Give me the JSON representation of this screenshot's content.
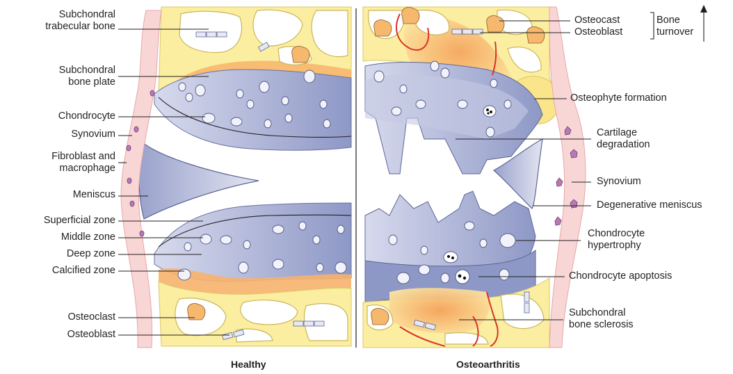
{
  "left_labels": [
    "Subchondral\ntrabecular bone",
    "Subchondral\nbone plate",
    "Chondrocyte",
    "Synovium",
    "Fibroblast and\nmacrophage",
    "Meniscus",
    "Superficial zone",
    "Middle zone",
    "Deep zone",
    "Calcified zone",
    "Osteoclast",
    "Osteoblast"
  ],
  "right_labels": [
    "Osteocast",
    "Osteoblast",
    "Osteophyte formation",
    "Cartilage\ndegradation",
    "Synovium",
    "Degenerative meniscus",
    "Chondrocyte\nhypertrophy",
    "Chondrocyte apoptosis",
    "Subchondral\nbone sclerosis"
  ],
  "bone_turnover": "Bone\nturnover",
  "captions": {
    "healthy": "Healthy",
    "osteoarthritis": "Osteoarthritis"
  },
  "colors": {
    "bone_yellow": "#fbeea0",
    "bone_orange": "#f7b36b",
    "cartilage_blue": "#8e98c6",
    "cartilage_light": "#c5cae3",
    "meniscus": "#b9bedc",
    "synovium_pink": "#f9d6d6",
    "vessel_red": "#d9322b"
  }
}
